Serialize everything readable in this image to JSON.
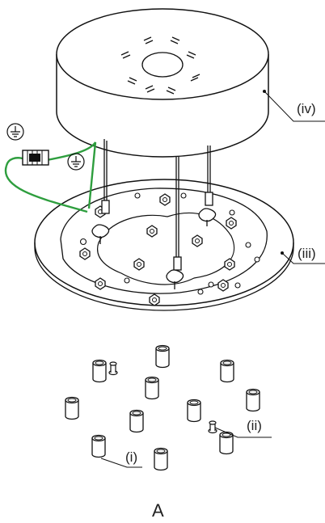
{
  "callouts": {
    "i": "(i)",
    "ii": "(ii)",
    "iii": "(iii)",
    "iv": "(iv)"
  },
  "figure_label": "A",
  "colors": {
    "ground_wire": "#2e9e3e",
    "line": "#111111"
  },
  "icons": [
    "ground-symbol",
    "wire-connector"
  ]
}
